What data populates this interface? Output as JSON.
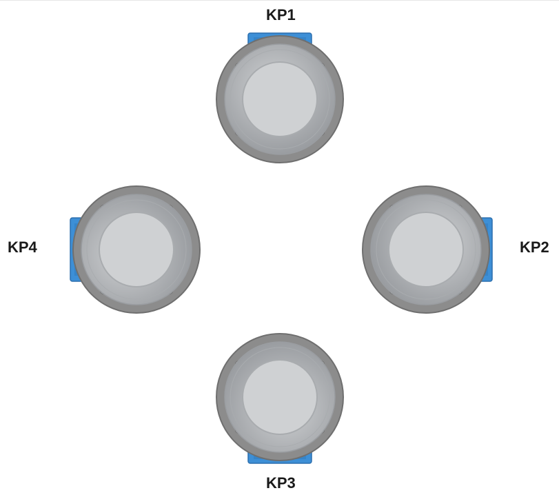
{
  "labels": {
    "kp1": "KP1",
    "kp2": "KP2",
    "kp3": "KP3",
    "kp4": "KP4"
  },
  "motors": [
    {
      "id": "kp1",
      "terminal_box_side": "top"
    },
    {
      "id": "kp2",
      "terminal_box_side": "right"
    },
    {
      "id": "kp3",
      "terminal_box_side": "bottom"
    },
    {
      "id": "kp4",
      "terminal_box_side": "left"
    }
  ],
  "colors": {
    "background": "#ffffff",
    "flange": "#8c8c8c",
    "flange_edge": "#6f6f6f",
    "housing": "#c3c5c8",
    "housing_dark": "#9a9da1",
    "cap": "#cfd1d3",
    "cap_edge": "#a9acaf",
    "terminal_box": "#3d8fd6",
    "terminal_box_dark": "#2c6fae",
    "label_text": "#1a1a1a",
    "bolt_hole": "#ffffff"
  }
}
